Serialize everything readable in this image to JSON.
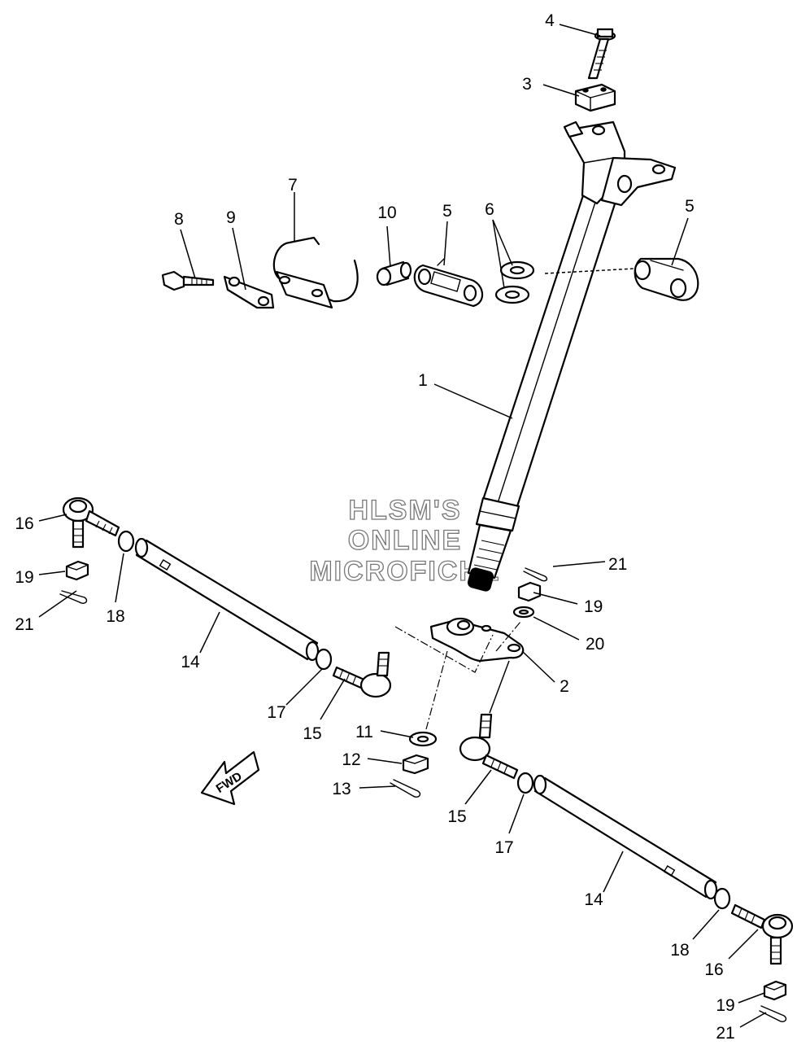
{
  "watermark": [
    "HLSM'S",
    "ONLINE",
    "MICROFICHE"
  ],
  "direction_arrow": "FWD",
  "callouts": {
    "c1": "1",
    "c2": "2",
    "c3": "3",
    "c4": "4",
    "c5a": "5",
    "c5b": "5",
    "c6": "6",
    "c7": "7",
    "c8": "8",
    "c9": "9",
    "c10": "10",
    "c11": "11",
    "c12": "12",
    "c13": "13",
    "c14a": "14",
    "c14b": "14",
    "c15a": "15",
    "c15b": "15",
    "c16a": "16",
    "c16b": "16",
    "c17a": "17",
    "c17b": "17",
    "c18a": "18",
    "c18b": "18",
    "c19a": "19",
    "c19b": "19",
    "c19c": "19",
    "c20": "20",
    "c21a": "21",
    "c21b": "21",
    "c21c": "21"
  }
}
